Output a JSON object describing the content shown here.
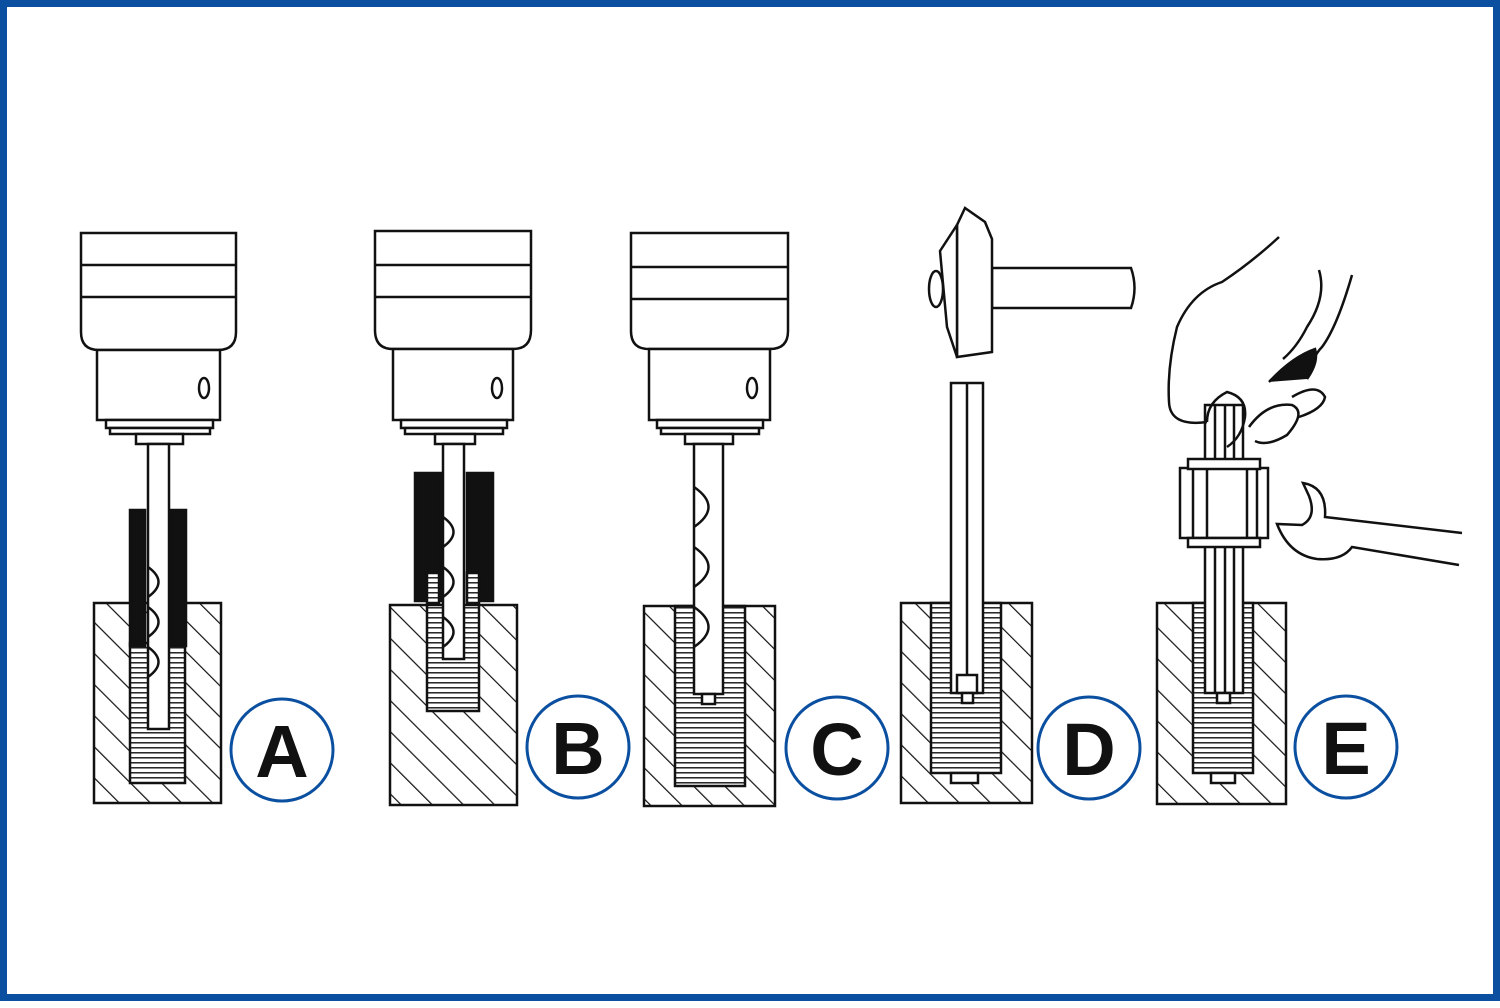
{
  "colors": {
    "frame": "#0a4fa0",
    "badge_ring": "#0a4fa0",
    "ink": "#111111",
    "paper": "#ffffff"
  },
  "steps": [
    {
      "label": "A"
    },
    {
      "label": "B"
    },
    {
      "label": "C"
    },
    {
      "label": "D"
    },
    {
      "label": "E"
    }
  ]
}
